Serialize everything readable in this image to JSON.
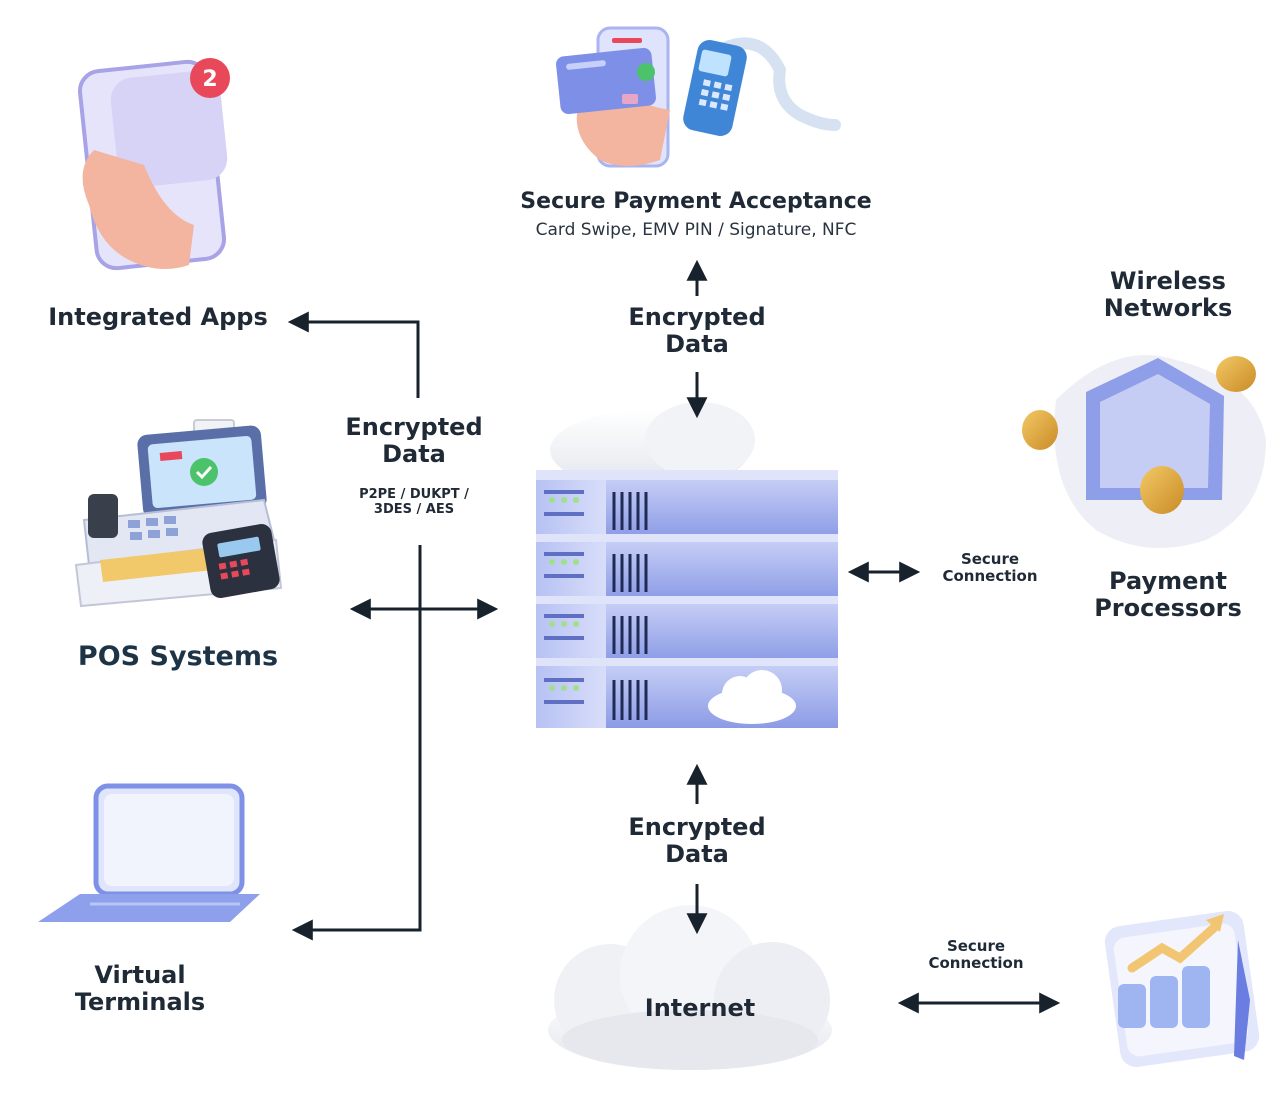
{
  "labels": {
    "payment_acceptance_title": "Secure Payment Acceptance",
    "payment_acceptance_sub": "Card Swipe, EMV PIN / Signature, NFC",
    "integrated_apps": "Integrated Apps",
    "pos_systems": "POS Systems",
    "virtual_terminals": [
      "Virtual",
      "Terminals"
    ],
    "wireless_networks": [
      "Wireless",
      "Networks"
    ],
    "payment_processors": [
      "Payment",
      "Processors"
    ],
    "internet": "Internet",
    "encrypted_top": [
      "Encrypted",
      "Data"
    ],
    "encrypted_left": [
      "Encrypted",
      "Data"
    ],
    "encryption_methods": [
      "P2PE / DUKPT /",
      "3DES / AES"
    ],
    "encrypted_bottom": [
      "Encrypted",
      "Data"
    ],
    "secure_connection_right": [
      "Secure",
      "Connection"
    ],
    "secure_connection_bottom": [
      "Secure",
      "Connection"
    ]
  },
  "notification_badge": "2",
  "icons": {
    "phone": "phone-notification-icon",
    "payment": "card-payment-terminal-icon",
    "pos": "pos-register-icon",
    "laptop": "laptop-icon",
    "server": "server-rack-icon",
    "shield": "shield-coins-icon",
    "cloud": "cloud-icon",
    "analytics": "analytics-chart-icon"
  },
  "colors": {
    "arrow": "#17222c",
    "text": "#1f2a36",
    "server_blue": "#8e9ee8",
    "accent_green": "#4cc26a",
    "badge_red": "#e8485a",
    "coin_gold": "#d9a23a"
  }
}
